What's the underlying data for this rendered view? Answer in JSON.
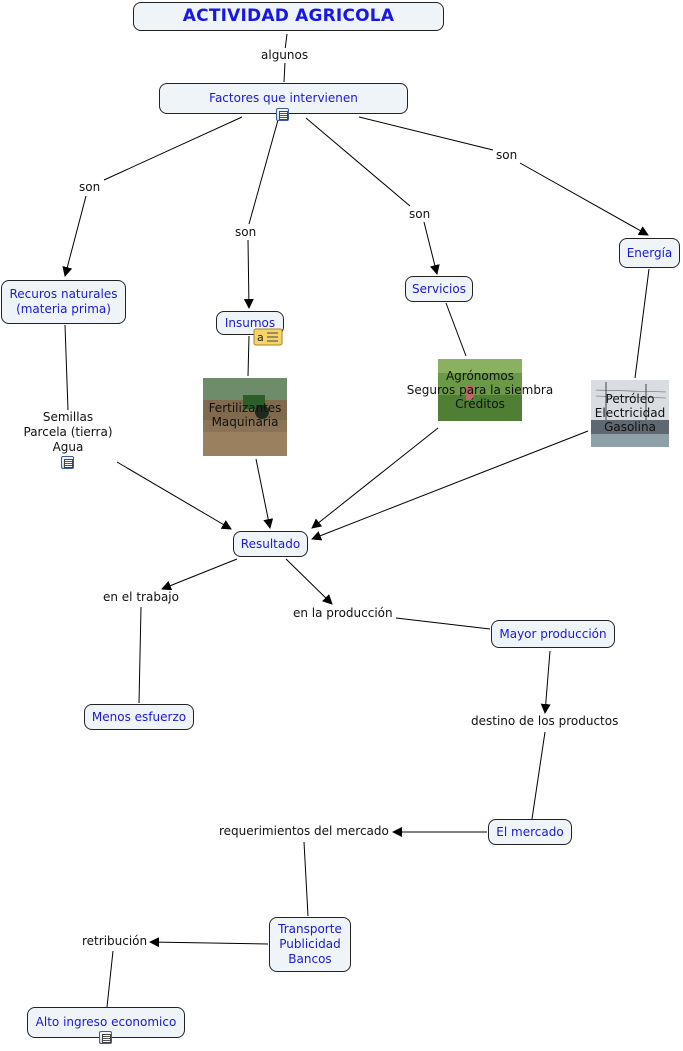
{
  "nodes": {
    "title": "ACTIVIDAD AGRICOLA",
    "factores": "Factores que intervienen",
    "recursos": "Recuros naturales\n(materia prima)",
    "insumos": "Insumos",
    "servicios": "Servicios",
    "energia": "Energía",
    "resultado": "Resultado",
    "mayor": "Mayor producción",
    "menos": "Menos esfuerzo",
    "mercado": "El mercado",
    "transporte": "Transporte\nPublicidad\nBancos",
    "alto": "Alto ingreso economico"
  },
  "linking_phrases": {
    "algunos": "algunos",
    "son_1": "son",
    "son_2": "son",
    "son_3": "son",
    "son_4": "son",
    "en_trabajo": "en el trabajo",
    "en_produccion": "en la producción",
    "destino": "destino de los productos",
    "requerimientos": "requerimientos del mercado",
    "retribucion": "retribución"
  },
  "resources": {
    "semillas": "Semillas\nParcela (tierra)\nAgua",
    "insumos_photo_text": "Fertilizantes\nMaquinaria",
    "servicios_photo_text": "Agrónomos\nSeguros para la siembra\nCréditos",
    "energia_photo_text": "Petróleo\nElectricidad\nGasolina"
  },
  "colors": {
    "node_text": "#1a1ad6",
    "node_fill": "#eef4f8",
    "line": "#000000"
  }
}
